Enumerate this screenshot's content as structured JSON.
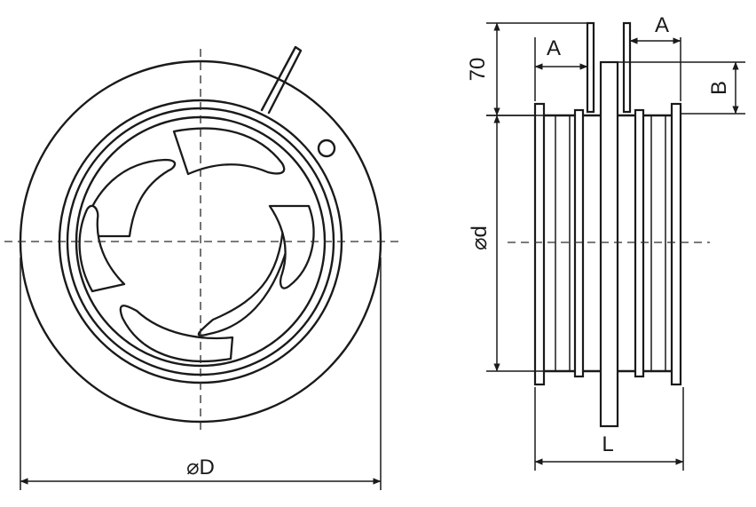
{
  "labels": {
    "diameter_outer": "⌀D",
    "diameter_inner": "⌀d",
    "dim_70": "70",
    "dim_a_left": "A",
    "dim_a_right": "A",
    "dim_b": "B",
    "dim_l": "L"
  }
}
